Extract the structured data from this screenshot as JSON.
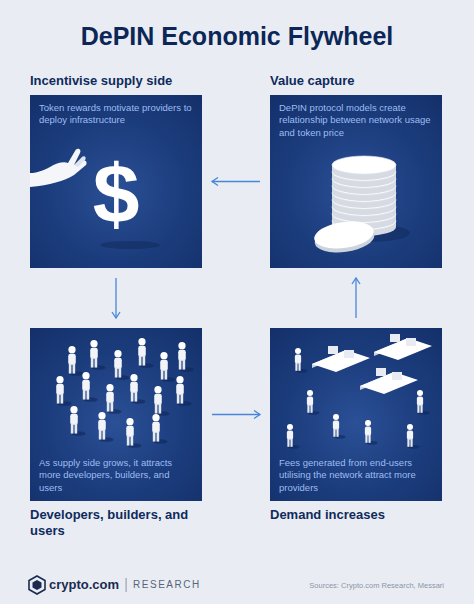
{
  "diagram": {
    "title": "DePIN Economic Flywheel",
    "nodes": [
      {
        "text": [
          "Incentivise supply side",
          "Token rewards motivate providers to deploy infrastructure"
        ]
      },
      {
        "text": [
          "Value capture",
          "DePIN protocol models create relationship between network usage and token price"
        ]
      },
      {
        "text": [
          "Developers, builders, and users",
          "As supply side grows, it attracts more developers, builders, and users"
        ]
      },
      {
        "text": [
          "Demand increases",
          "Fees generated from end-users utilising the network attract more providers"
        ]
      }
    ],
    "edges": [
      {
        "from": 1,
        "to": 0,
        "arrow": "to"
      },
      {
        "from": 0,
        "to": 2,
        "arrow": "to"
      },
      {
        "from": 2,
        "to": 3,
        "arrow": "to"
      },
      {
        "from": 3,
        "to": 1,
        "arrow": "to"
      }
    ],
    "labels": [
      "$",
      "crypto.com",
      "RESEARCH",
      "Sources: Crypto.com Research, Messari"
    ]
  }
}
